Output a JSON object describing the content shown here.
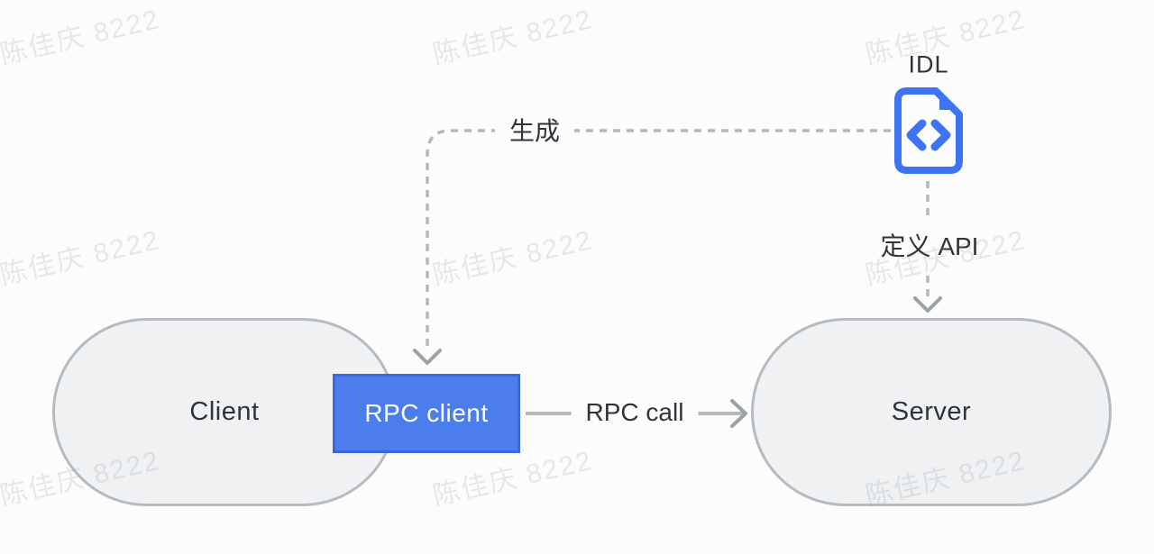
{
  "diagram": {
    "title_implied": "RPC / IDL code generation flow",
    "nodes": {
      "client": {
        "label": "Client",
        "shape": "stadium"
      },
      "rpc_client": {
        "label": "RPC client",
        "shape": "rect",
        "fill": "#4b7dec"
      },
      "server": {
        "label": "Server",
        "shape": "stadium"
      },
      "idl": {
        "label": "IDL",
        "icon": "file-code-icon"
      }
    },
    "edges": {
      "generate": {
        "label": "生成",
        "from": "idl",
        "to": "rpc_client",
        "style": "dashed-arrow"
      },
      "define_api": {
        "label": "定义 API",
        "from": "idl",
        "to": "server",
        "style": "dashed-arrow"
      },
      "rpc_call": {
        "label": "RPC call",
        "from": "rpc_client",
        "to": "server",
        "style": "solid-arrow"
      }
    }
  },
  "watermark": {
    "text": "陈佳庆 8222"
  },
  "colors": {
    "bg": "#fcfcfc",
    "shape_fill": "#f0f1f3",
    "shape_border": "#b6bbc1",
    "accent_blue": "#4b7dec",
    "accent_blue_border": "#3a68d8",
    "icon_blue": "#3e74f1",
    "text_dark": "#30343a",
    "line_gray": "#b3b8bd",
    "arrow_gray": "#9ba1a8"
  }
}
